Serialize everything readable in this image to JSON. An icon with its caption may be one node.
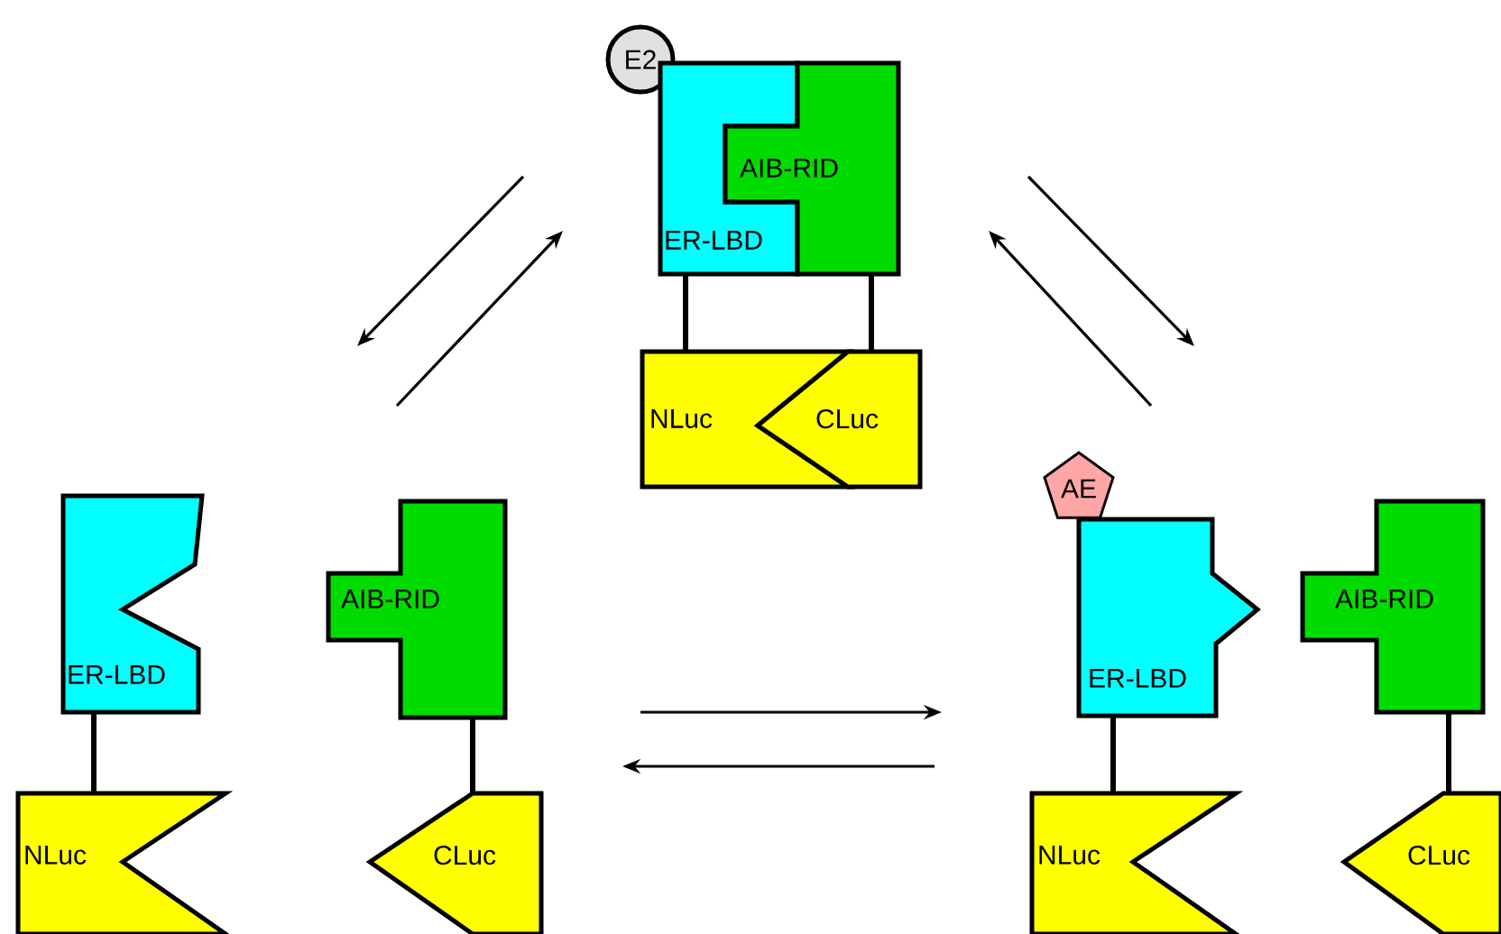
{
  "diagram": {
    "nodes": [
      {
        "text": [
          "E2"
        ]
      },
      {
        "text": [
          "ER-LBD"
        ]
      },
      {
        "text": [
          "AIB-RID"
        ]
      },
      {
        "text": [
          "NLuc"
        ]
      },
      {
        "text": [
          "CLuc"
        ]
      },
      {
        "text": [
          "ER-LBD"
        ]
      },
      {
        "text": [
          "AIB-RID"
        ]
      },
      {
        "text": [
          "NLuc"
        ]
      },
      {
        "text": [
          "CLuc"
        ]
      },
      {
        "text": [
          "AE"
        ]
      },
      {
        "text": [
          "ER-LBD"
        ]
      },
      {
        "text": [
          "AIB-RID"
        ]
      },
      {
        "text": [
          "NLuc"
        ]
      },
      {
        "text": [
          "CLuc"
        ]
      }
    ],
    "edges": [
      {
        "from": 1,
        "to": 3,
        "arrow": "none"
      },
      {
        "from": 2,
        "to": 4,
        "arrow": "none"
      },
      {
        "from": 5,
        "to": 7,
        "arrow": "none"
      },
      {
        "from": 6,
        "to": 8,
        "arrow": "none"
      },
      {
        "from": 10,
        "to": 12,
        "arrow": "none"
      },
      {
        "from": 11,
        "to": 13,
        "arrow": "none"
      }
    ]
  }
}
